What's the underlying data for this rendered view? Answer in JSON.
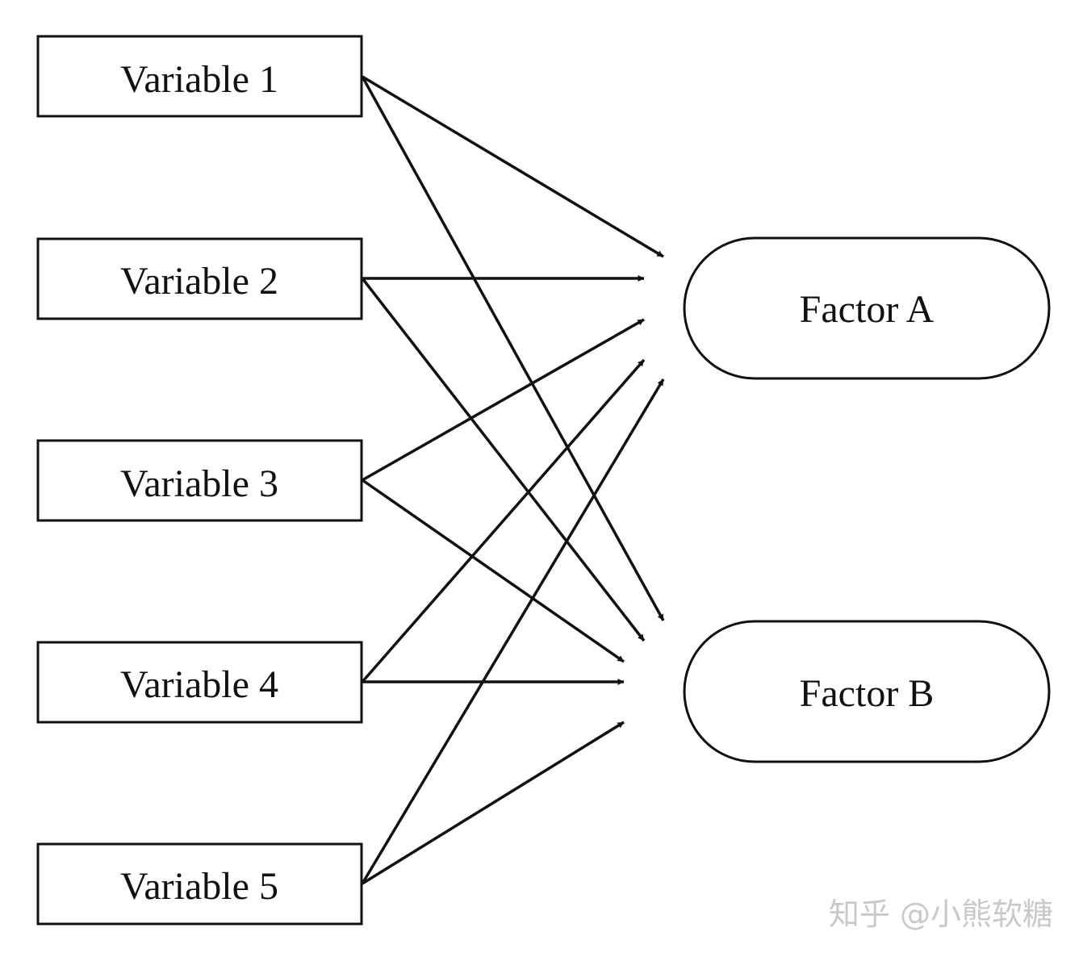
{
  "variables": [
    {
      "id": "v1",
      "label": "Variable 1"
    },
    {
      "id": "v2",
      "label": "Variable 2"
    },
    {
      "id": "v3",
      "label": "Variable 3"
    },
    {
      "id": "v4",
      "label": "Variable 4"
    },
    {
      "id": "v5",
      "label": "Variable 5"
    }
  ],
  "factors": [
    {
      "id": "fa",
      "label": "Factor A"
    },
    {
      "id": "fb",
      "label": "Factor B"
    }
  ],
  "edges": [
    {
      "from": "v1",
      "to": "fa"
    },
    {
      "from": "v1",
      "to": "fb"
    },
    {
      "from": "v2",
      "to": "fa"
    },
    {
      "from": "v2",
      "to": "fb"
    },
    {
      "from": "v3",
      "to": "fa"
    },
    {
      "from": "v3",
      "to": "fb"
    },
    {
      "from": "v4",
      "to": "fa"
    },
    {
      "from": "v4",
      "to": "fb"
    },
    {
      "from": "v5",
      "to": "fa"
    },
    {
      "from": "v5",
      "to": "fb"
    }
  ],
  "watermark": "知乎 @小熊软糖",
  "colors": {
    "stroke": "#111111",
    "background": "#ffffff",
    "watermark": "#c9c9c9"
  }
}
